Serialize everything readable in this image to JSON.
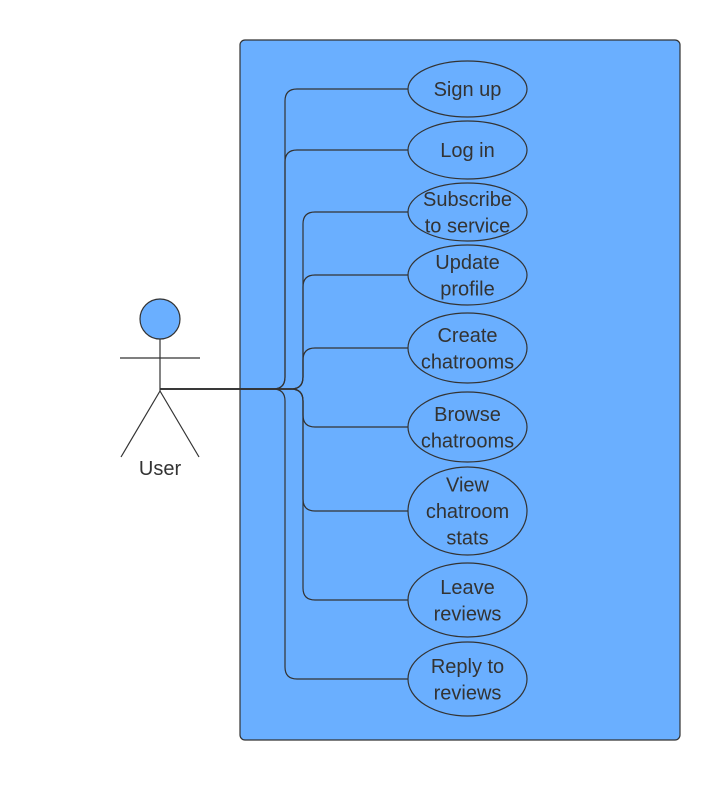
{
  "colors": {
    "system_fill": "#6aafff",
    "stroke": "#333333",
    "text": "#333333",
    "background": "#ffffff"
  },
  "actor": {
    "label": "User",
    "icon": "stick-figure-icon"
  },
  "use_cases": [
    {
      "id": "sign-up",
      "lines": [
        "Sign up"
      ]
    },
    {
      "id": "log-in",
      "lines": [
        "Log in"
      ]
    },
    {
      "id": "subscribe-to-service",
      "lines": [
        "Subscribe",
        "to service"
      ]
    },
    {
      "id": "update-profile",
      "lines": [
        "Update",
        "profile"
      ]
    },
    {
      "id": "create-chatrooms",
      "lines": [
        "Create",
        "chatrooms"
      ]
    },
    {
      "id": "browse-chatrooms",
      "lines": [
        "Browse",
        "chatrooms"
      ]
    },
    {
      "id": "view-chatroom-stats",
      "lines": [
        "View",
        "chatroom",
        "stats"
      ]
    },
    {
      "id": "leave-reviews",
      "lines": [
        "Leave",
        "reviews"
      ]
    },
    {
      "id": "reply-to-reviews",
      "lines": [
        "Reply to",
        "reviews"
      ]
    }
  ]
}
